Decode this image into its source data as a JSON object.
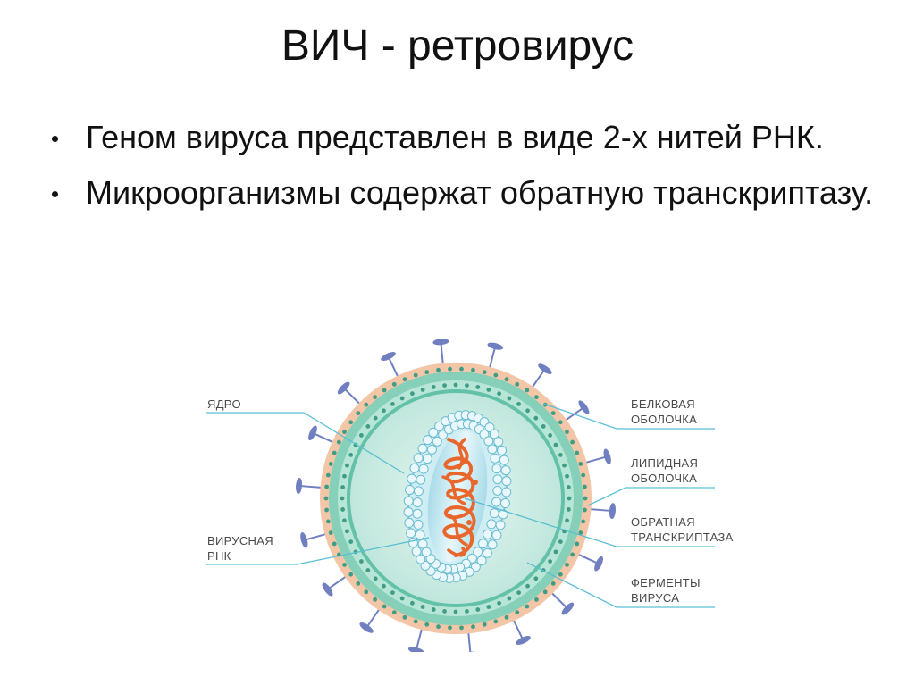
{
  "slide": {
    "title": "ВИЧ - ретровирус",
    "bullets": [
      "Геном вируса представлен в виде 2-х нитей РНК.",
      "Микроорганизмы содержат обратную транскриптазу."
    ]
  },
  "diagram": {
    "labels": {
      "core": "ЯДРО",
      "viral_rna_1": "ВИРУСНАЯ",
      "viral_rna_2": "РНК",
      "protein_shell_1": "БЕЛКОВАЯ",
      "protein_shell_2": "ОБОЛОЧКА",
      "lipid_shell_1": "ЛИПИДНАЯ",
      "lipid_shell_2": "ОБОЛОЧКА",
      "rt_1": "ОБРАТНАЯ",
      "rt_2": "ТРАНСКРИПТАЗА",
      "enzymes_1": "ФЕРМЕНТЫ",
      "enzymes_2": "ВИРУСА"
    },
    "colors": {
      "outer_ring": "#f3c6a8",
      "lipid": "#7cc9b0",
      "matrix": "#9fd8cf",
      "interior": "#d6f0ea",
      "core": "#cfeef3",
      "rna": "#e8672d",
      "spikes": "#6f7fc0",
      "leader": "#5bbfd3"
    }
  }
}
